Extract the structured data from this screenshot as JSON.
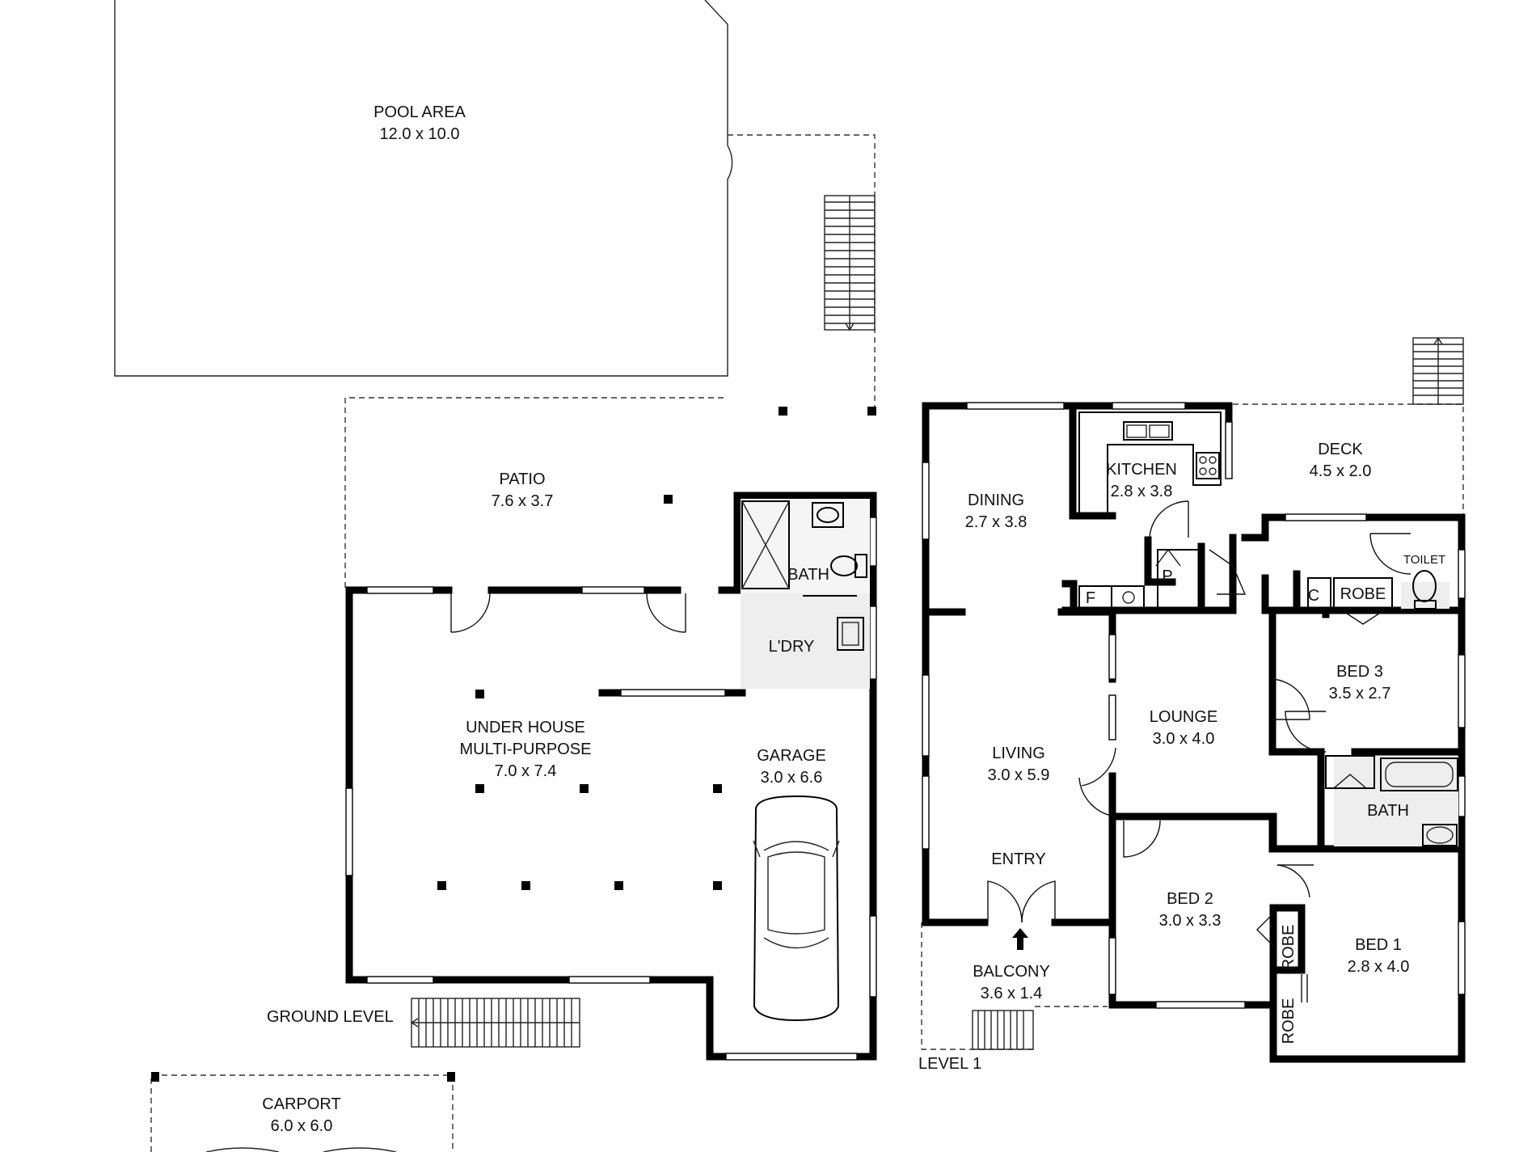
{
  "rooms": {
    "pool_area": {
      "name": "POOL AREA",
      "size": "12.0 x 10.0"
    },
    "patio": {
      "name": "PATIO",
      "size": "7.6 x 3.7"
    },
    "bath_ground": {
      "name": "BATH"
    },
    "laundry": {
      "name": "L'DRY"
    },
    "under_house": {
      "line1": "UNDER HOUSE",
      "line2": "MULTI-PURPOSE",
      "size": "7.0 x 7.4"
    },
    "garage": {
      "name": "GARAGE",
      "size": "3.0 x 6.6"
    },
    "carport": {
      "name": "CARPORT",
      "size": "6.0 x 6.0"
    },
    "dining": {
      "name": "DINING",
      "size": "2.7 x 3.8"
    },
    "kitchen": {
      "name": "KITCHEN",
      "size": "2.8 x 3.8"
    },
    "deck": {
      "name": "DECK",
      "size": "4.5 x 2.0"
    },
    "toilet": {
      "name": "TOILET"
    },
    "pantry": {
      "name": "P"
    },
    "fridge": {
      "name": "F"
    },
    "cupboard": {
      "name": "C"
    },
    "robe_bed3": {
      "name": "ROBE"
    },
    "bed3": {
      "name": "BED 3",
      "size": "3.5 x 2.7"
    },
    "lounge": {
      "name": "LOUNGE",
      "size": "3.0 x 4.0"
    },
    "living": {
      "name": "LIVING",
      "size": "3.0 x 5.9"
    },
    "bath_level1": {
      "name": "BATH"
    },
    "entry": {
      "name": "ENTRY"
    },
    "bed2": {
      "name": "BED 2",
      "size": "3.0 x 3.3"
    },
    "robe_bed2": {
      "name": "ROBE"
    },
    "bed1": {
      "name": "BED 1",
      "size": "2.8 x 4.0"
    },
    "robe_bed1": {
      "name": "ROBE"
    },
    "balcony": {
      "name": "BALCONY",
      "size": "3.6 x 1.4"
    }
  },
  "levels": {
    "ground": "GROUND LEVEL",
    "level1": "LEVEL 1"
  }
}
